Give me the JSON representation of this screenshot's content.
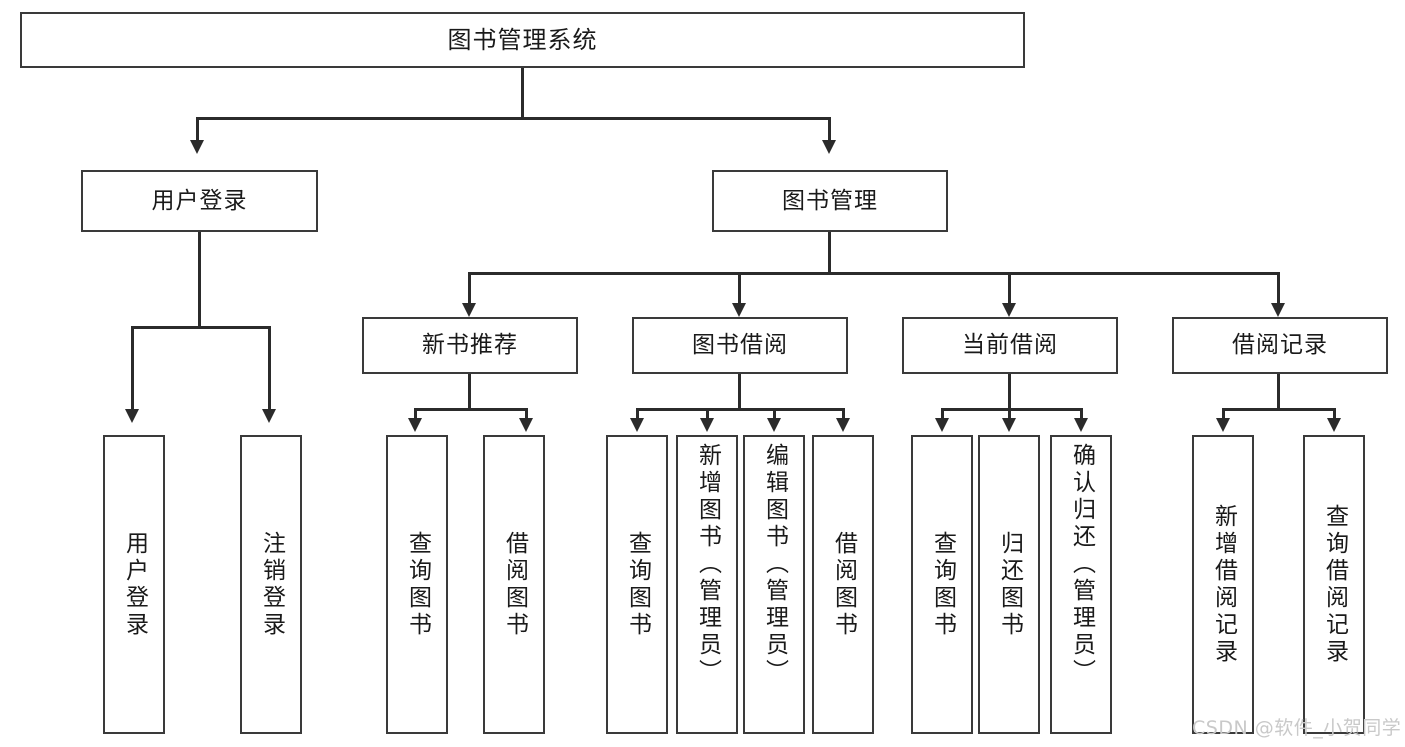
{
  "diagram": {
    "title": "图书管理系统",
    "type": "tree-hierarchy-diagram",
    "watermark": "CSDN @软件_小贺同学",
    "colors": {
      "box_border": "#3a3a3a",
      "connector": "#2b2b2b",
      "background": "#ffffff",
      "text": "#1a1a1a",
      "watermark": "#c9c9c9"
    }
  },
  "nodes": {
    "root": {
      "label": "图书管理系统"
    },
    "level2": [
      {
        "id": "user-login",
        "label": "用户登录"
      },
      {
        "id": "book-manage",
        "label": "图书管理"
      }
    ],
    "level3": [
      {
        "id": "new-book-rec",
        "label": "新书推荐"
      },
      {
        "id": "book-borrow",
        "label": "图书借阅"
      },
      {
        "id": "current-borrow",
        "label": "当前借阅"
      },
      {
        "id": "borrow-record",
        "label": "借阅记录"
      }
    ],
    "leaves": {
      "user-login": [
        {
          "id": "leaf-user-login",
          "label": "用户登录"
        },
        {
          "id": "leaf-logout-login",
          "label": "注销登录"
        }
      ],
      "new-book-rec": [
        {
          "id": "leaf-query-book-1",
          "label": "查询图书"
        },
        {
          "id": "leaf-borrow-book-1",
          "label": "借阅图书"
        }
      ],
      "book-borrow": [
        {
          "id": "leaf-query-book-2",
          "label": "查询图书"
        },
        {
          "id": "leaf-add-book",
          "label": "新增图书（管理员）"
        },
        {
          "id": "leaf-edit-book",
          "label": "编辑图书（管理员）"
        },
        {
          "id": "leaf-borrow-book-2",
          "label": "借阅图书"
        }
      ],
      "current-borrow": [
        {
          "id": "leaf-query-book-3",
          "label": "查询图书"
        },
        {
          "id": "leaf-return-book",
          "label": "归还图书"
        },
        {
          "id": "leaf-confirm-return",
          "label": "确认归还（管理员）"
        }
      ],
      "borrow-record": [
        {
          "id": "leaf-add-record",
          "label": "新增借阅记录"
        },
        {
          "id": "leaf-query-record",
          "label": "查询借阅记录"
        }
      ]
    }
  },
  "chart_data": {
    "type": "table",
    "title": "图书管理系统",
    "structure": [
      {
        "level": 1,
        "label": "图书管理系统",
        "children": [
          {
            "level": 2,
            "label": "用户登录",
            "children": [
              {
                "level": 3,
                "label": "用户登录"
              },
              {
                "level": 3,
                "label": "注销登录"
              }
            ]
          },
          {
            "level": 2,
            "label": "图书管理",
            "children": [
              {
                "level": 3,
                "label": "新书推荐",
                "children": [
                  {
                    "level": 4,
                    "label": "查询图书"
                  },
                  {
                    "level": 4,
                    "label": "借阅图书"
                  }
                ]
              },
              {
                "level": 3,
                "label": "图书借阅",
                "children": [
                  {
                    "level": 4,
                    "label": "查询图书"
                  },
                  {
                    "level": 4,
                    "label": "新增图书（管理员）"
                  },
                  {
                    "level": 4,
                    "label": "编辑图书（管理员）"
                  },
                  {
                    "level": 4,
                    "label": "借阅图书"
                  }
                ]
              },
              {
                "level": 3,
                "label": "当前借阅",
                "children": [
                  {
                    "level": 4,
                    "label": "查询图书"
                  },
                  {
                    "level": 4,
                    "label": "归还图书"
                  },
                  {
                    "level": 4,
                    "label": "确认归还（管理员）"
                  }
                ]
              },
              {
                "level": 3,
                "label": "借阅记录",
                "children": [
                  {
                    "level": 4,
                    "label": "新增借阅记录"
                  },
                  {
                    "level": 4,
                    "label": "查询借阅记录"
                  }
                ]
              }
            ]
          }
        ]
      }
    ]
  }
}
